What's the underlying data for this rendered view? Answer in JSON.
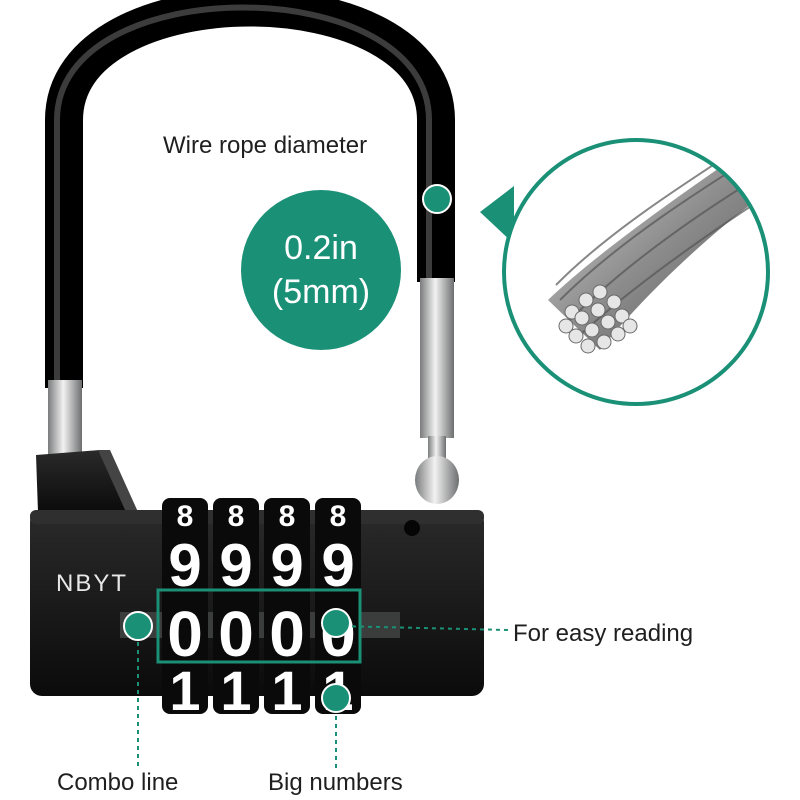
{
  "colors": {
    "accent": "#1a9077",
    "cable": "#141414",
    "lock_body": "#151515",
    "steel": "#c9cacb",
    "text": "#1f1f1f"
  },
  "callouts": {
    "wire_title": "Wire rope diameter",
    "diameter_in": "0.2in",
    "diameter_mm": "(5mm)",
    "easy_reading": "For easy reading",
    "combo_line": "Combo line",
    "big_numbers": "Big numbers"
  },
  "lock": {
    "brand": "NBYT",
    "dial_rows": [
      {
        "row": "top",
        "digits": [
          "8",
          "8",
          "8",
          "8"
        ]
      },
      {
        "row": "upper",
        "digits": [
          "9",
          "9",
          "9",
          "9"
        ]
      },
      {
        "row": "active",
        "digits": [
          "0",
          "0",
          "0",
          "0"
        ]
      },
      {
        "row": "lower",
        "digits": [
          "1",
          "1",
          "1",
          "1"
        ]
      }
    ]
  },
  "icons": {
    "detail": "steel-cable-strands-icon",
    "marker": "callout-dot-icon"
  }
}
